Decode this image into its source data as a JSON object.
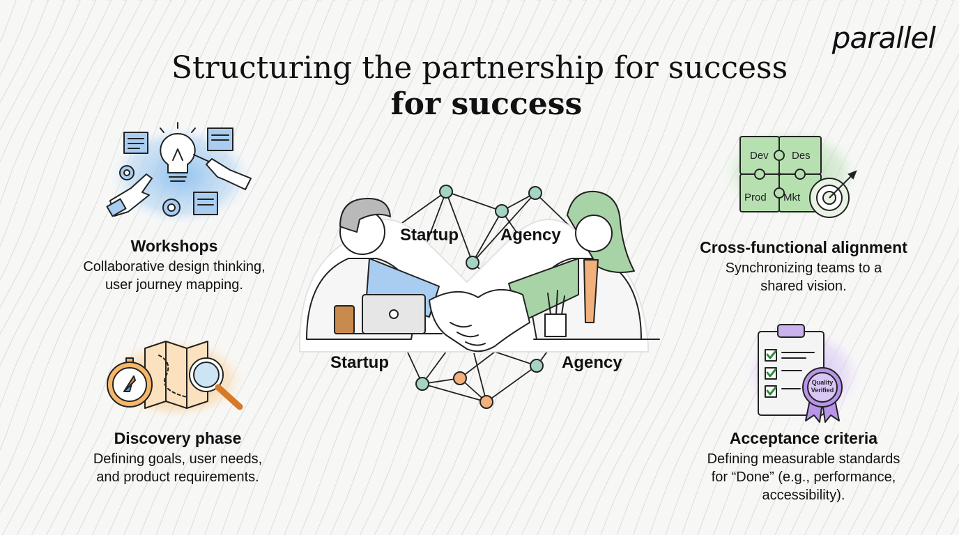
{
  "brand": "parallel",
  "title": "Structuring the partnership for success",
  "subtitle": "for success",
  "features": {
    "workshops": {
      "title": "Workshops",
      "description": "Collaborative design thinking,\nuser journey mapping.",
      "icon": "workshop-lightbulb-icon"
    },
    "discovery": {
      "title": "Discovery phase",
      "description": "Defining goals, user needs,\nand product requirements.",
      "icon": "compass-map-icon"
    },
    "alignment": {
      "title": "Cross-functional alignment",
      "description": "Synchronizing teams to a\nshared vision.",
      "icon": "puzzle-target-icon",
      "puzzle_labels": [
        "Dev",
        "Des",
        "Prod",
        "Mkt"
      ]
    },
    "acceptance": {
      "title": "Acceptance criteria",
      "description": "Defining measurable standards\nfor “Done” (e.g., performance,\naccessibility).",
      "icon": "checklist-badge-icon",
      "badge_line1": "Quality",
      "badge_line2": "Verified"
    }
  },
  "center": {
    "network_label_left": "Startup",
    "network_label_right": "Agency",
    "person_label_left": "Startup",
    "person_label_right": "Agency",
    "icon": "handshake-icon"
  },
  "colors": {
    "blue_glow": "#9cc6ec",
    "orange_glow": "#f5c27f",
    "green_glow": "#a9d8a6",
    "purple_glow": "#c9b2ee",
    "network_node_teal": "#a3d4c4",
    "network_node_orange": "#f2b07c"
  }
}
